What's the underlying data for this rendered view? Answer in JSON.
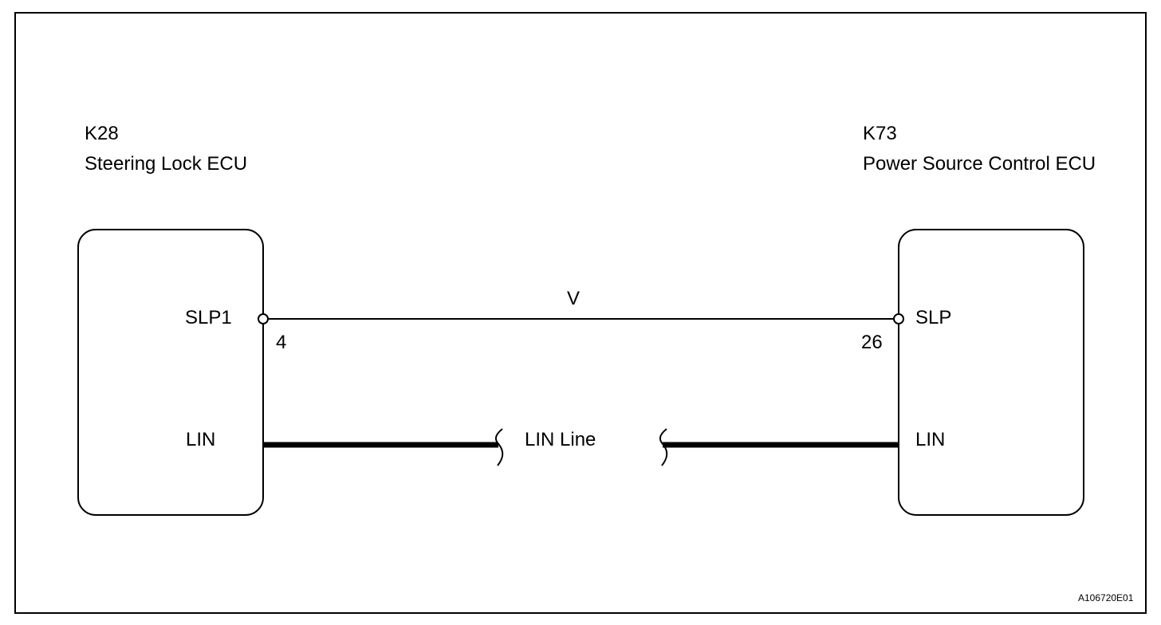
{
  "left_ecu": {
    "code": "K28",
    "name": "Steering Lock ECU",
    "pin_slp": "SLP1",
    "pin_number": "4",
    "pin_lin": "LIN"
  },
  "right_ecu": {
    "code": "K73",
    "name": "Power Source Control ECU",
    "pin_slp": "SLP",
    "pin_number": "26",
    "pin_lin": "LIN"
  },
  "wire_color": "V",
  "lin_line_label": "LIN Line",
  "figure_id": "A106720E01"
}
